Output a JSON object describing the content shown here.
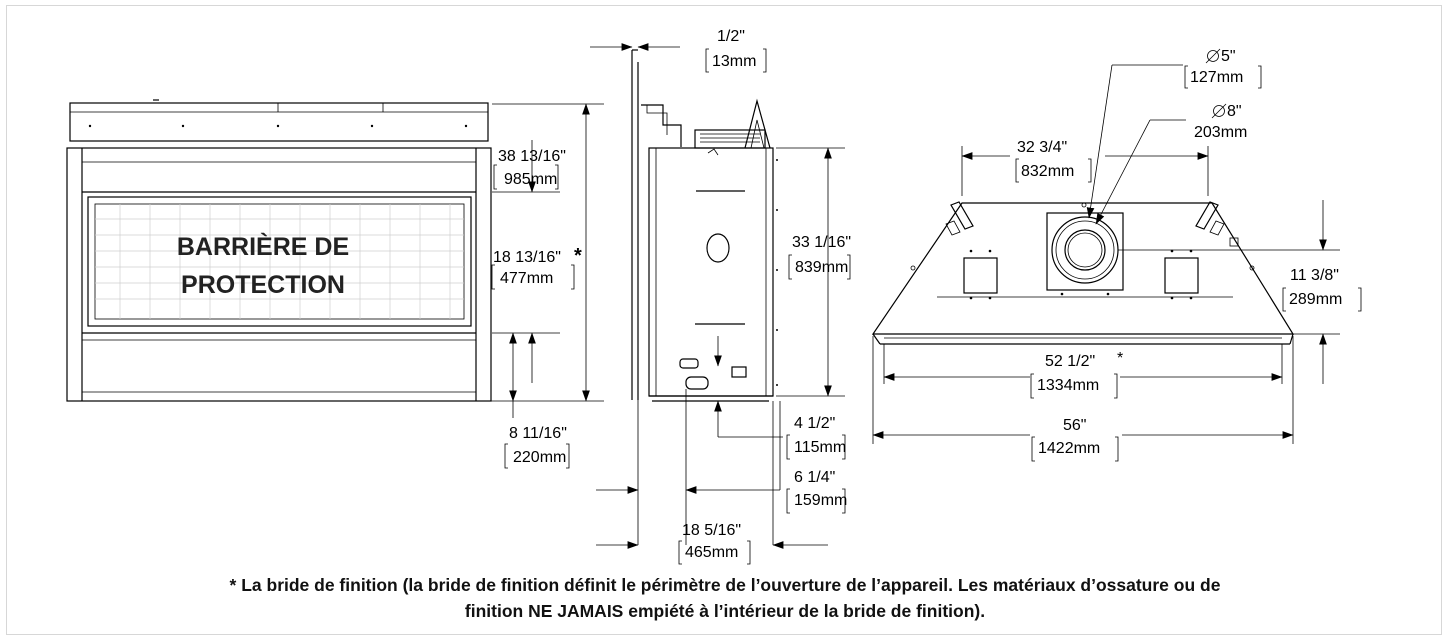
{
  "front_view": {
    "barrier_label_line1": "BARRIÈRE DE",
    "barrier_label_line2": "PROTECTION",
    "dim_top_in": "38 13/16\"",
    "dim_top_mm": "985mm",
    "dim_opening_in": "18 13/16\"",
    "dim_opening_star": "*",
    "dim_opening_mm": "477mm",
    "dim_bottom_in": "8 11/16\"",
    "dim_bottom_mm": "220mm"
  },
  "side_view": {
    "dim_flange_in": "1/2\"",
    "dim_flange_mm": "13mm",
    "dim_height_in": "33 1/16\"",
    "dim_height_mm": "839mm",
    "dim_a_in": "4 1/2\"",
    "dim_a_mm": "115mm",
    "dim_b_in": "6 1/4\"",
    "dim_b_mm": "159mm",
    "dim_depth_in": "18 5/16\"",
    "dim_depth_mm": "465mm"
  },
  "top_view": {
    "dim_vent5_in": "5\"",
    "dim_vent5_mm": "127mm",
    "dim_vent8_in": "8\"",
    "dim_vent8_mm": "203mm",
    "dim_center_in": "32 3/4\"",
    "dim_center_mm": "832mm",
    "dim_depth_in": "11 3/8\"",
    "dim_depth_mm": "289mm",
    "dim_opening_in": "52 1/2\"",
    "dim_opening_star": "*",
    "dim_opening_mm": "1334mm",
    "dim_width_in": "56\"",
    "dim_width_mm": "1422mm"
  },
  "footnote": {
    "line1": "* La bride de finition (la bride de finition définit le périmètre de l’ouverture de l’appareil. Les matériaux d’ossature ou de",
    "line2": "finition NE JAMAIS empiété à l’intérieur de la bride de finition)."
  }
}
